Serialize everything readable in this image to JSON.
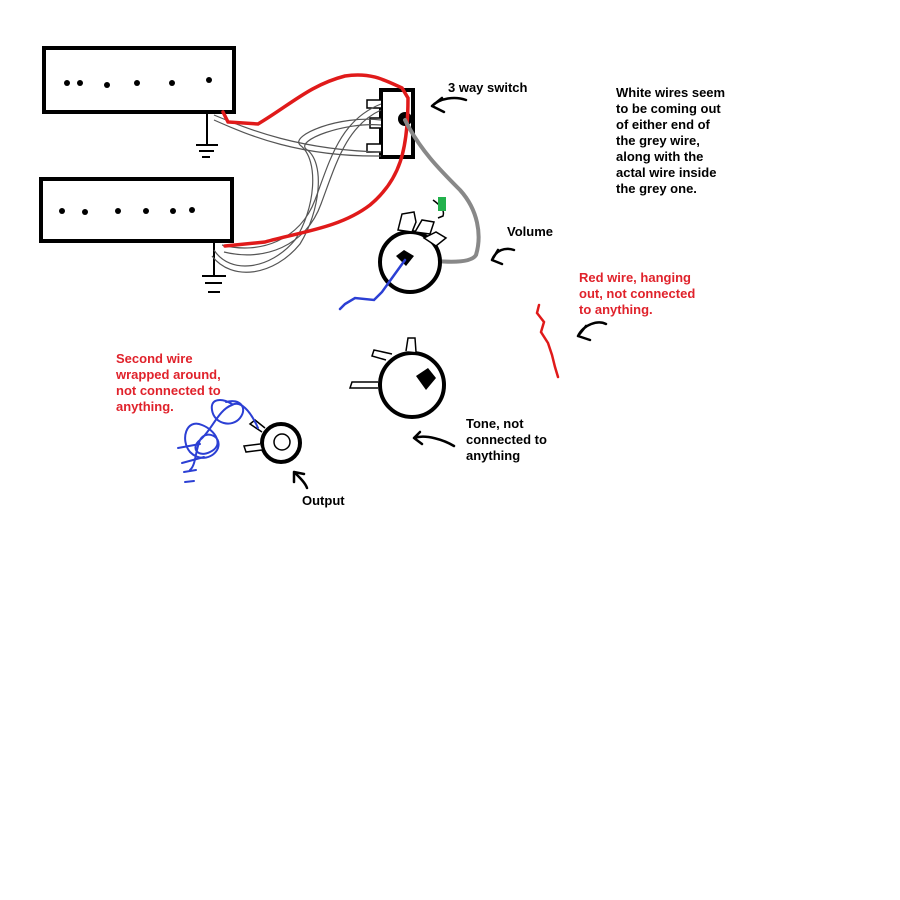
{
  "colors": {
    "red_wire": "#e01a1a",
    "grey_wire": "#888888",
    "blue_wire": "#2b3fd4",
    "green_wire": "#22b14c",
    "ink": "#000000",
    "annotation_red": "#e0222b"
  },
  "labels": {
    "switch": "3 way switch",
    "white_wires_note": "White wires seem\nto be coming out\nof either end of\nthe grey wire,\nalong with the\nactal wire inside\nthe grey one.",
    "volume": "Volume",
    "red_wire_note": "Red wire, hanging\nout, not connected\nto anything.",
    "second_wire_note": "Second wire\nwrapped around,\nnot connected to\nanything.",
    "tone_note": "Tone, not\nconnected to\nanything",
    "output": "Output"
  },
  "icons": {
    "ground": "ground-symbol-icon",
    "arrow": "curved-arrow-icon"
  }
}
